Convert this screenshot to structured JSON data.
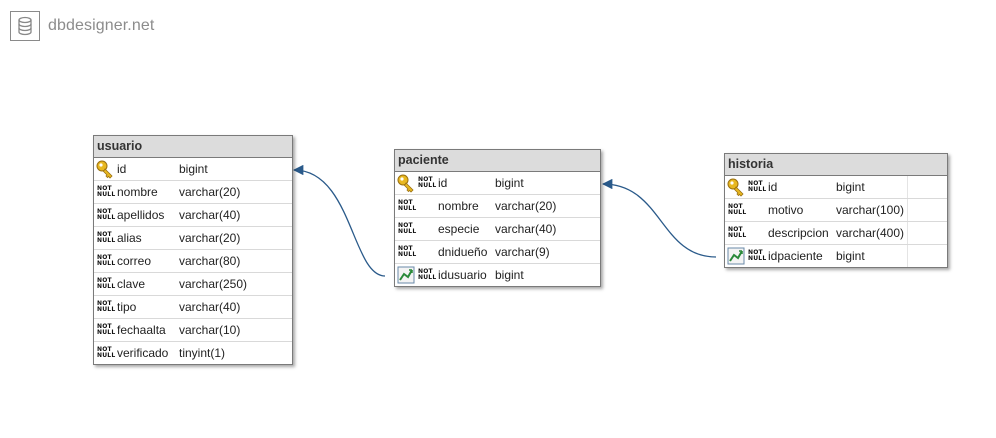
{
  "brand": {
    "name": "dbdesigner.net",
    "icon": "database-icon"
  },
  "badge": {
    "not_null_line1": "NOT",
    "not_null_line2": "NULL"
  },
  "colors": {
    "connector": "#2a5a8a",
    "header_bg": "#dcdcdc",
    "border": "#7a7a7a",
    "brand_text": "#8c8c8c"
  },
  "tables": {
    "usuario": {
      "name": "usuario",
      "columns": [
        {
          "name": "id",
          "type": "bigint",
          "key": "primary-key-icon",
          "not_null": false
        },
        {
          "name": "nombre",
          "type": "varchar(20)",
          "key": "",
          "not_null": true
        },
        {
          "name": "apellidos",
          "type": "varchar(40)",
          "key": "",
          "not_null": true
        },
        {
          "name": "alias",
          "type": "varchar(20)",
          "key": "",
          "not_null": true
        },
        {
          "name": "correo",
          "type": "varchar(80)",
          "key": "",
          "not_null": true
        },
        {
          "name": "clave",
          "type": "varchar(250)",
          "key": "",
          "not_null": true
        },
        {
          "name": "tipo",
          "type": "varchar(40)",
          "key": "",
          "not_null": true
        },
        {
          "name": "fechaalta",
          "type": "varchar(10)",
          "key": "",
          "not_null": true
        },
        {
          "name": "verificado",
          "type": "tinyint(1)",
          "key": "",
          "not_null": true
        }
      ]
    },
    "paciente": {
      "name": "paciente",
      "columns": [
        {
          "name": "id",
          "type": "bigint",
          "key": "primary-key-icon",
          "not_null": true
        },
        {
          "name": "nombre",
          "type": "varchar(20)",
          "key": "",
          "not_null": true
        },
        {
          "name": "especie",
          "type": "varchar(40)",
          "key": "",
          "not_null": true
        },
        {
          "name": "dnidueño",
          "type": "varchar(9)",
          "key": "",
          "not_null": true
        },
        {
          "name": "idusuario",
          "type": "bigint",
          "key": "foreign-key-icon",
          "not_null": true
        }
      ]
    },
    "historia": {
      "name": "historia",
      "columns": [
        {
          "name": "id",
          "type": "bigint",
          "key": "primary-key-icon",
          "not_null": true
        },
        {
          "name": "motivo",
          "type": "varchar(100)",
          "key": "",
          "not_null": true
        },
        {
          "name": "descripcion",
          "type": "varchar(400)",
          "key": "",
          "not_null": true
        },
        {
          "name": "idpaciente",
          "type": "bigint",
          "key": "foreign-key-icon",
          "not_null": true
        }
      ]
    }
  },
  "relations": [
    {
      "from": "paciente.idusuario",
      "to": "usuario.id"
    },
    {
      "from": "historia.idpaciente",
      "to": "paciente.id"
    }
  ]
}
